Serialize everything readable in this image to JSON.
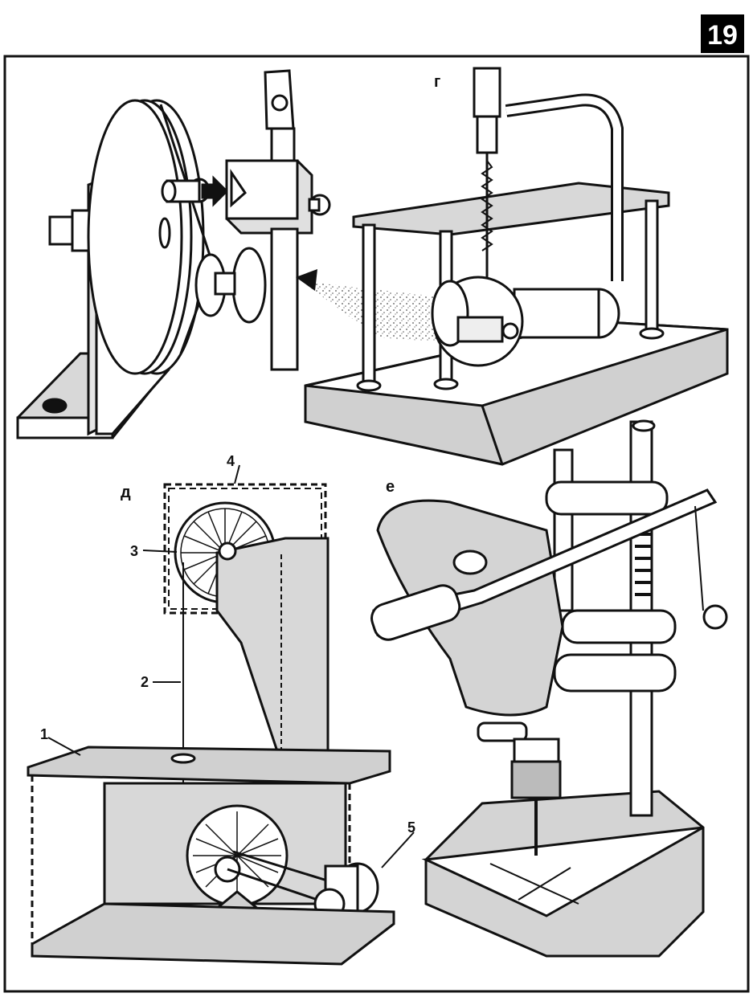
{
  "page_number": "19",
  "panels": {
    "g": {
      "letter": "г"
    },
    "d": {
      "letter": "д",
      "callouts": [
        "1",
        "2",
        "3",
        "4",
        "5"
      ]
    },
    "e": {
      "letter": "е"
    }
  },
  "colors": {
    "ink": "#111111",
    "paper": "#ffffff",
    "shade": "#d4d4d4",
    "badge": "#000000"
  }
}
